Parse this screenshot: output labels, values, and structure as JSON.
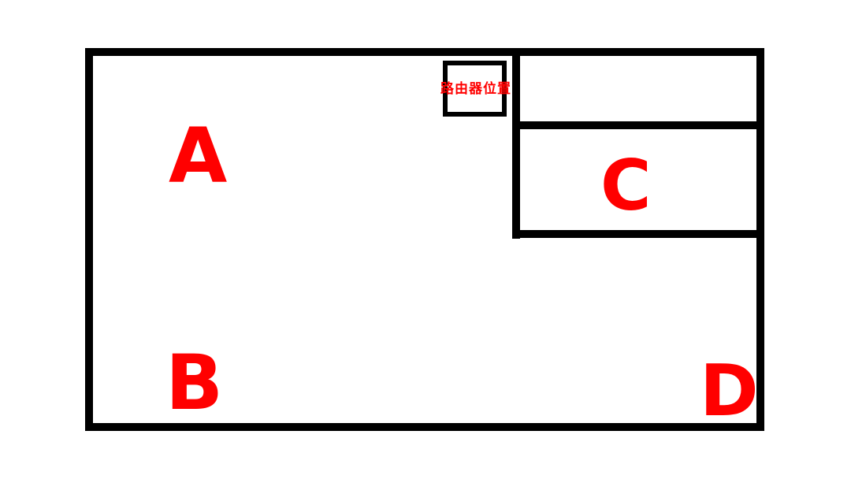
{
  "colors": {
    "wall": "#000000",
    "label": "#ff0000",
    "background": "#ffffff"
  },
  "rooms": {
    "a": "A",
    "b": "B",
    "c": "C",
    "d": "D"
  },
  "router": {
    "label": "路由器位置"
  }
}
